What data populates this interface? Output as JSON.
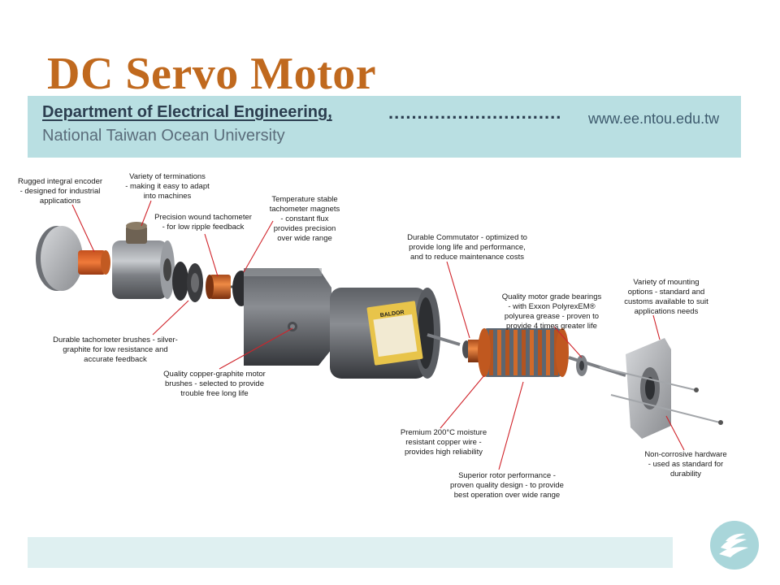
{
  "slide": {
    "title": "DC Servo Motor",
    "department": "Department of Electrical Engineering,",
    "dots": "..............................",
    "url": "www.ee.ntou.edu.tw",
    "university": "National Taiwan Ocean University"
  },
  "diagram": {
    "brand_label": "BALDOR",
    "callouts": {
      "encoder": [
        "Rugged integral encoder",
        "- designed for industrial",
        "applications"
      ],
      "terminations": [
        "Variety of terminations",
        "- making it easy to adapt",
        "into machines"
      ],
      "tach_wound": [
        "Precision wound tachometer",
        "- for low ripple feedback"
      ],
      "tach_magnets": [
        "Temperature stable",
        "tachometer magnets",
        "- constant flux",
        "provides precision",
        "over wide range"
      ],
      "commutator": [
        "Durable Commutator - optimized to",
        "provide long life and performance,",
        "and to reduce maintenance costs"
      ],
      "bearings": [
        "Quality motor grade bearings",
        "- with Exxon PolyrexEM®",
        "polyurea grease - proven to",
        "provide 4 times greater life"
      ],
      "mounting": [
        "Variety of mounting",
        "options - standard and",
        "customs available to suit",
        "applications needs"
      ],
      "tach_brushes": [
        "Durable tachometer brushes - silver-",
        "graphite for low resistance and",
        "accurate feedback"
      ],
      "motor_brushes": [
        "Quality copper-graphite motor",
        "brushes - selected to provide",
        "trouble free long life"
      ],
      "copper_wire": [
        "Premium 200°C moisture",
        "resistant copper wire -",
        "provides high reliability"
      ],
      "rotor": [
        "Superior rotor performance -",
        "proven quality design - to provide",
        "best operation over wide range"
      ],
      "hardware": [
        "Non-corrosive hardware",
        "- used as standard for",
        "durability"
      ]
    }
  }
}
